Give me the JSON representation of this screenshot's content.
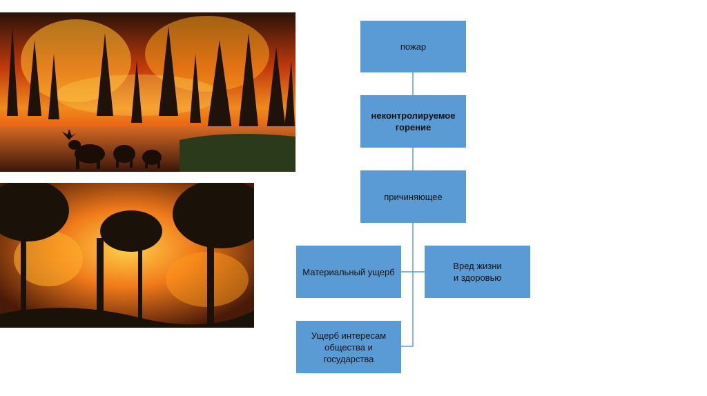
{
  "images": [
    {
      "name": "forest-fire-with-moose",
      "alt": "Лесной пожар, лоси у воды"
    },
    {
      "name": "forest-fire-trees",
      "alt": "Горящий лес"
    }
  ],
  "diagram": {
    "colors": {
      "node_fill": "#5b9bd5",
      "connector": "#5b9bd5"
    },
    "nodes": {
      "fire": "пожар",
      "uncontrolled": "неконтролируемое\nгорение",
      "causing": "причиняющее",
      "material": "Материальный ущерб",
      "life": "Вред жизни\nи здоровью",
      "interests": "Ущерб интересам\nобщества и\nгосударства"
    }
  }
}
